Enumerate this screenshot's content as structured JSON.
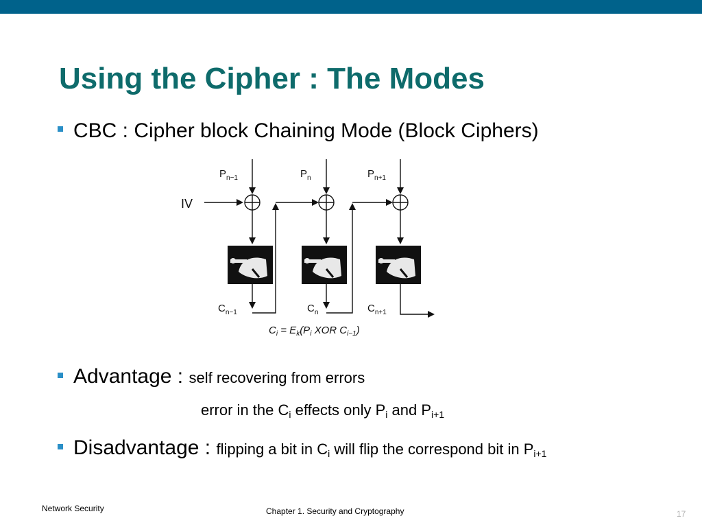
{
  "slide": {
    "title": "Using the Cipher : The Modes",
    "accent_color": "#0e6b6b",
    "bar_color": "#00628b",
    "bullet_color": "#2a8fc7"
  },
  "bullets": {
    "cbc": "CBC : Cipher block Chaining Mode (Block Ciphers)",
    "advantage_label": "Advantage : ",
    "advantage_text": "self recovering from errors",
    "advantage_detail": {
      "part1": "error in the C",
      "sub1": "i",
      "part2": " effects only P",
      "sub2": "i",
      "part3": " and P",
      "sub3": "i+1"
    },
    "disadvantage_label": "Disadvantage : ",
    "disadvantage_text": {
      "part1": "flipping a bit in C",
      "sub1": "i",
      "part2": " will flip the correspond bit in P",
      "sub2": "i+1"
    }
  },
  "diagram": {
    "iv_label": "IV",
    "p_labels": [
      {
        "base": "P",
        "sub": "n−1"
      },
      {
        "base": "P",
        "sub": "n"
      },
      {
        "base": "P",
        "sub": "n+1"
      }
    ],
    "c_labels": [
      {
        "base": "C",
        "sub": "n−1"
      },
      {
        "base": "C",
        "sub": "n"
      },
      {
        "base": "C",
        "sub": "n+1"
      }
    ],
    "formula": {
      "c": "C",
      "c_sub": "i",
      "eq": " = E",
      "e_sub": "k",
      "open": "(P",
      "p_sub": "i",
      "xor": " XOR C",
      "c2_sub": "i−1",
      "close": ")"
    }
  },
  "footer": {
    "left": "Network Security",
    "center": "Chapter 1. Security and Cryptography",
    "page": "17"
  }
}
